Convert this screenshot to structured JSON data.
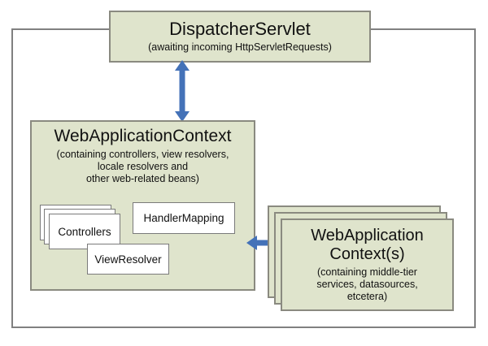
{
  "diagram": {
    "title": "Spring MVC DispatcherServlet context hierarchy",
    "colors": {
      "box_fill": "#DFE4CC",
      "box_border": "#8A8A80",
      "inner_box_fill": "#FFFFFF",
      "inner_box_border": "#7A7A7A",
      "arrow": "#4472B8",
      "frame_border": "#808080",
      "background": "#FFFFFF",
      "text": "#111111"
    }
  },
  "dispatcher_servlet": {
    "title": "DispatcherServlet",
    "subtitle": "(awaiting incoming HttpServletRequests)"
  },
  "web_application_context": {
    "title": "WebApplicationContext",
    "subtitle_line1": "(containing controllers, view resolvers,",
    "subtitle_line2": "locale resolvers and",
    "subtitle_line3": "other web-related beans)",
    "beans": [
      {
        "label": "Controllers",
        "stacked": true
      },
      {
        "label": "HandlerMapping",
        "stacked": false
      },
      {
        "label": "ViewResolver",
        "stacked": false
      }
    ]
  },
  "root_contexts": {
    "title_line1": "WebApplication",
    "title_line2": "Context(s)",
    "subtitle_line1": "(containing middle-tier",
    "subtitle_line2": "services, datasources,",
    "subtitle_line3": "etcetera)",
    "stack_count": 3
  },
  "connectors": [
    {
      "name": "dispatcher-to-web-application-context",
      "orientation": "vertical",
      "double_headed": true,
      "color": "#4472B8"
    },
    {
      "name": "web-application-context-to-root-contexts",
      "orientation": "horizontal",
      "double_headed": true,
      "color": "#4472B8"
    }
  ]
}
